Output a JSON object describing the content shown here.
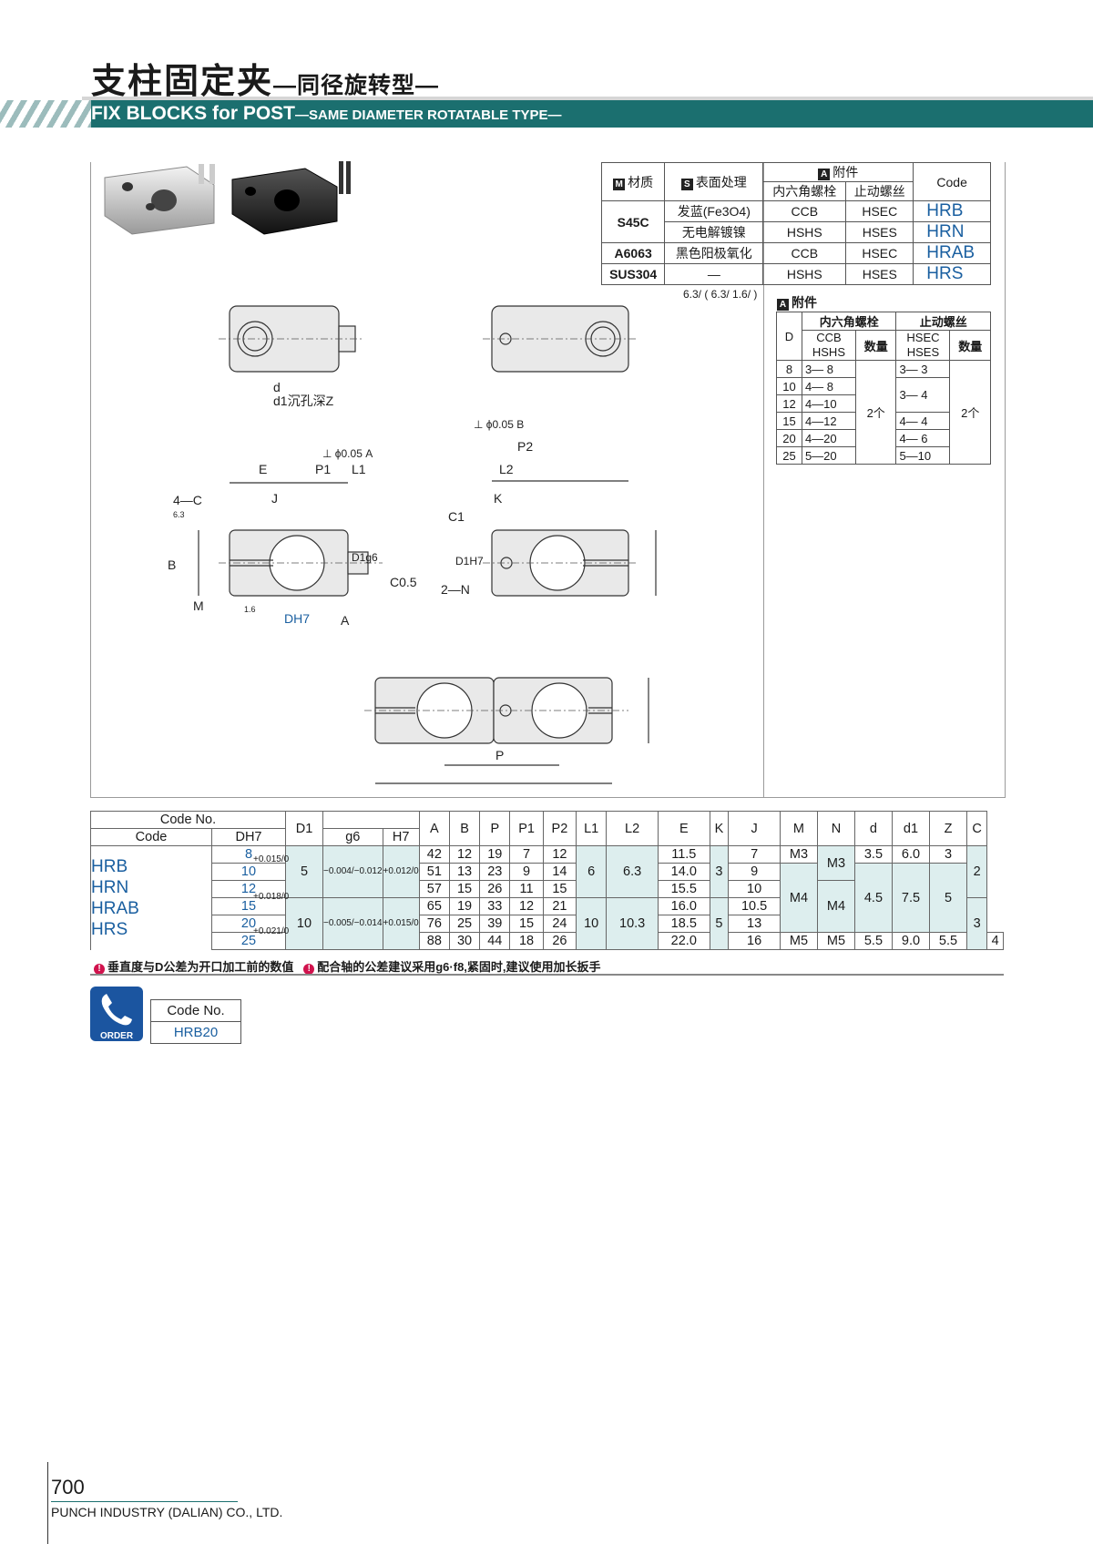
{
  "header": {
    "title_cn": "支柱固定夹",
    "subtitle_cn": "—同径旋转型—",
    "title_en": "FIX BLOCKS for POST",
    "subtitle_en": "—SAME DIAMETER ROTATABLE TYPE—"
  },
  "materials": {
    "h_material": "材质",
    "h_surface": "表面处理",
    "h_accessory": "附件",
    "h_hex": "内六角螺栓",
    "h_set": "止动螺丝",
    "h_code": "Code",
    "mark_m": "M",
    "mark_s": "S",
    "mark_a": "A",
    "rows": [
      {
        "material": "S45C",
        "surface": "发蓝(Fe3O4)",
        "hex": "CCB",
        "set": "HSEC",
        "code": "HRB"
      },
      {
        "material": "",
        "surface": "无电解镀镍",
        "hex": "HSHS",
        "set": "HSES",
        "code": "HRN"
      },
      {
        "material": "A6063",
        "surface": "黑色阳极氧化",
        "hex": "CCB",
        "set": "HSEC",
        "code": "HRAB"
      },
      {
        "material": "SUS304",
        "surface": "—",
        "hex": "HSHS",
        "set": "HSES",
        "code": "HRS"
      }
    ]
  },
  "roughness": "6.3/ ( 6.3/ 1.6/ )",
  "accessory": {
    "label": "附件",
    "h_hex": "内六角螺栓",
    "h_set": "止动螺丝",
    "h_d": "D",
    "h_ccb": "CCB",
    "h_hshs": "HSHS",
    "h_qty": "数量",
    "h_hsec": "HSEC",
    "h_hses": "HSES",
    "h_qty2": "数量",
    "qty_hex": "2个",
    "qty_set": "2个",
    "rows": [
      {
        "d": "8",
        "hex": "3— 8",
        "set": "3— 3"
      },
      {
        "d": "10",
        "hex": "4— 8",
        "set": "3— 4"
      },
      {
        "d": "12",
        "hex": "4—10",
        "set": ""
      },
      {
        "d": "15",
        "hex": "4—12",
        "set": "4— 4"
      },
      {
        "d": "20",
        "hex": "4—20",
        "set": "4— 6"
      },
      {
        "d": "25",
        "hex": "5—20",
        "set": "5—10"
      }
    ]
  },
  "drawing": {
    "labels": [
      "d",
      "d1沉孔深Z",
      "E",
      "P1",
      "L1",
      "J",
      "4—C",
      "6.3",
      "B",
      "D1g6",
      "C0.5",
      "M",
      "1.6",
      "DH7",
      "A",
      "⊥ ϕ0.05 A",
      "P2",
      "L2",
      "K",
      "C1",
      "D1H7",
      "2—N",
      "⊥ ϕ0.05 B",
      "P"
    ]
  },
  "spec": {
    "h_code_no": "Code No.",
    "h_code": "Code",
    "h_dh7": "DH7",
    "h_d1": "D1",
    "h_g6": "g6",
    "h_h7": "H7",
    "cols": [
      "A",
      "B",
      "P",
      "P1",
      "P2",
      "L1",
      "L2",
      "E",
      "K",
      "J",
      "M",
      "N",
      "d",
      "d1",
      "Z",
      "C"
    ],
    "codes": [
      "HRB",
      "HRN",
      "HRAB",
      "HRS"
    ],
    "rows": [
      {
        "dh": "8",
        "A": "42",
        "B": "12",
        "P": "19",
        "P1": "7",
        "P2": "12",
        "E": "11.5",
        "J": "7"
      },
      {
        "dh": "10",
        "A": "51",
        "B": "13",
        "P": "23",
        "P1": "9",
        "P2": "14",
        "E": "14.0",
        "J": "9"
      },
      {
        "dh": "12",
        "A": "57",
        "B": "15",
        "P": "26",
        "P1": "11",
        "P2": "15",
        "E": "15.5",
        "J": "10"
      },
      {
        "dh": "15",
        "A": "65",
        "B": "19",
        "P": "33",
        "P1": "12",
        "P2": "21",
        "E": "16.0",
        "J": "10.5"
      },
      {
        "dh": "20",
        "A": "76",
        "B": "25",
        "P": "39",
        "P1": "15",
        "P2": "24",
        "E": "18.5",
        "J": "13"
      },
      {
        "dh": "25",
        "A": "88",
        "B": "30",
        "P": "44",
        "P1": "18",
        "P2": "26",
        "E": "22.0",
        "J": "16"
      }
    ],
    "tol_a": "+0.015/0",
    "tol_b": "+0.018/0",
    "tol_c": "+0.021/0",
    "d1_a": "5",
    "d1_b": "10",
    "g6_a": "−0.004/−0.012",
    "h7_a": "+0.012/0",
    "g6_b": "−0.005/−0.014",
    "h7_b": "+0.015/0",
    "l1_a": "6",
    "l2_a": "6.3",
    "k_a": "3",
    "l1_b": "10",
    "l2_b": "10.3",
    "k_b": "5",
    "m_1": "M3",
    "m_2": "M4",
    "m_3": "M5",
    "n_1": "M3",
    "n_2": "M4",
    "n_3": "M5",
    "d_1": "3.5",
    "d_2": "4.5",
    "d_3": "5.5",
    "dd1_1": "6.0",
    "dd1_2": "7.5",
    "dd1_3": "9.0",
    "z_1": "3",
    "z_2": "5",
    "z_3": "5.5",
    "c_1": "2",
    "c_2": "3",
    "c_3": "4"
  },
  "notes": {
    "n1": "垂直度与D公差为开口加工前的数值",
    "n2": "配合轴的公差建议采用g6·f8,紧固时,建议使用加长扳手"
  },
  "order": {
    "icon_label": "ORDER",
    "h_code_no": "Code No.",
    "example": "HRB20"
  },
  "footer": {
    "page": "700",
    "company": "PUNCH INDUSTRY (DALIAN) CO., LTD."
  },
  "colors": {
    "accent": "#1b6f6f",
    "code_blue": "#1a5fa0",
    "table_teal": "#ddeeee"
  }
}
